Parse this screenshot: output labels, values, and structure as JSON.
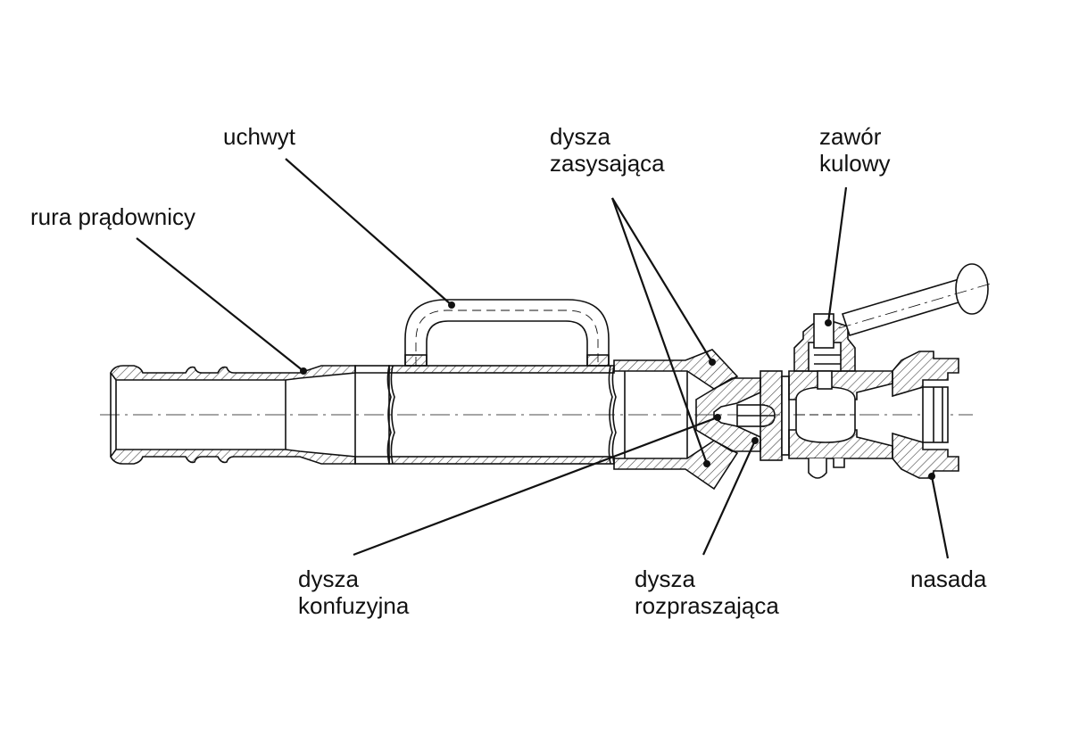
{
  "diagram": {
    "labels": {
      "rura": "rura prądownicy",
      "uchwyt": "uchwyt",
      "dysza_zas_1": "dysza",
      "dysza_zas_2": "zasysająca",
      "zawor_1": "zawór",
      "zawor_2": "kulowy",
      "dysza_konf_1": "dysza",
      "dysza_konf_2": "konfuzyjna",
      "dysza_roz_1": "dysza",
      "dysza_roz_2": "rozpraszająca",
      "nasada": "nasada"
    },
    "colors": {
      "ink": "#111111",
      "hatch": "#444444",
      "background": "#ffffff"
    }
  }
}
